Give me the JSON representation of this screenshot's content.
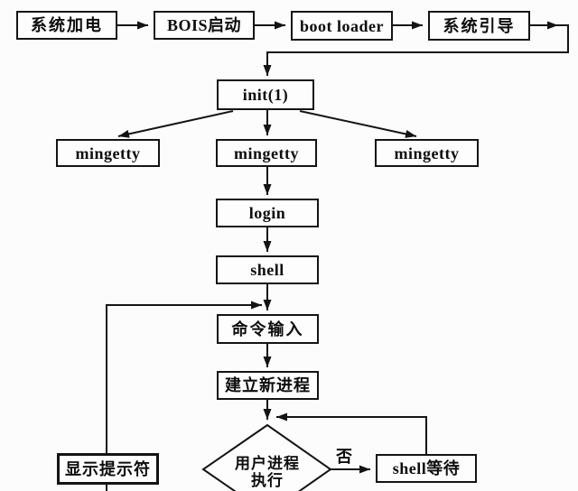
{
  "nodes": {
    "power": {
      "label": "系统加电"
    },
    "bios": {
      "label": "BOIS启动"
    },
    "bootloader": {
      "label": "boot loader"
    },
    "sysboot": {
      "label": "系统引导"
    },
    "init": {
      "label": "init(1)"
    },
    "mingetty_left": {
      "label": "mingetty"
    },
    "mingetty_middle": {
      "label": "mingetty"
    },
    "mingetty_right": {
      "label": "mingetty"
    },
    "login": {
      "label": "login"
    },
    "shell": {
      "label": "shell"
    },
    "command_input": {
      "label": "命令输入"
    },
    "create_process": {
      "label": "建立新进程"
    },
    "decision": {
      "label_line1": "用户进程",
      "label_line2": "执行"
    },
    "no_branch": {
      "label": "否"
    },
    "shell_wait": {
      "label": "shell等待"
    },
    "show_prompt": {
      "label": "显示提示符"
    }
  },
  "colors": {
    "background": "#fcfcfc",
    "line": "#141414",
    "text": "#0d0d0d",
    "node_fill": "#fdfdfd"
  }
}
